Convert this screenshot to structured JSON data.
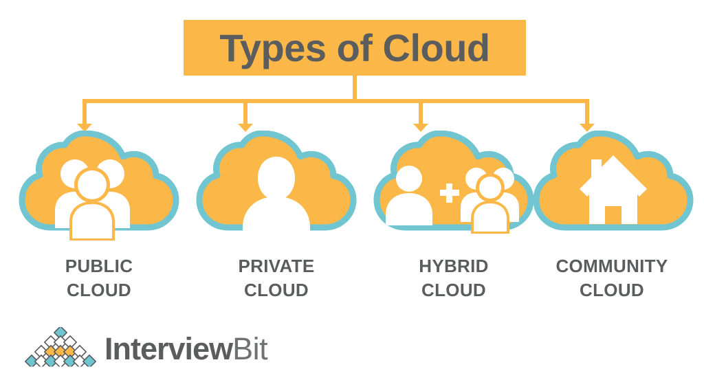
{
  "diagram": {
    "title": "Types of Cloud",
    "title_bg_color": "#FBB849",
    "title_text_color": "#5A5C5E",
    "cloud_fill_color": "#FBB849",
    "cloud_outline_color": "#70C5D0",
    "icon_color": "#FFFFFF",
    "connector_color": "#FBB849",
    "background_color": "#FFFFFF"
  },
  "nodes": [
    {
      "id": "public",
      "icon": "group-of-people-icon",
      "label_line1": "PUBLIC",
      "label_line2": "CLOUD"
    },
    {
      "id": "private",
      "icon": "single-person-icon",
      "label_line1": "PRIVATE",
      "label_line2": "CLOUD"
    },
    {
      "id": "hybrid",
      "icon": "person-plus-group-icon",
      "label_line1": "HYBRID",
      "label_line2": "CLOUD"
    },
    {
      "id": "community",
      "icon": "house-icon",
      "label_line1": "COMMUNITY",
      "label_line2": "CLOUD"
    }
  ],
  "logo": {
    "mark": "interviewbit-diamond-mark",
    "word_bold": "Interview",
    "word_light": "Bit",
    "diamond_teal": "#6FC6D1",
    "diamond_orange": "#FBB849",
    "diamond_white": "#FFFFFF",
    "diamond_stroke": "#5A5C5E",
    "text_color": "#5A5C5E"
  }
}
